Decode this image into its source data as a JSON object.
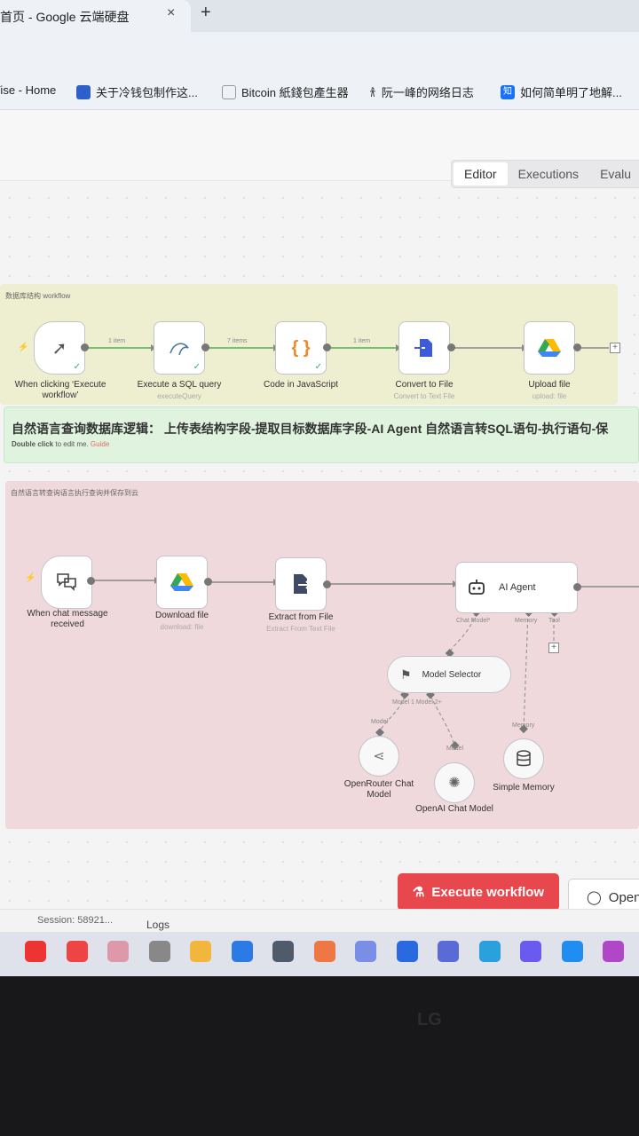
{
  "browser": {
    "tab_title": "首页 - Google 云端硬盘",
    "tab_close": "×",
    "new_tab": "+",
    "bookmarks": [
      {
        "label": "Vise - Home",
        "color": ""
      },
      {
        "label": "关于冷钱包制作这...",
        "color": "#2f5fc8"
      },
      {
        "label": "Bitcoin 紙錢包產生器",
        "color": "#999"
      },
      {
        "label": "阮一峰的网络日志",
        "color": ""
      },
      {
        "label": "如何简单明了地解...",
        "color": "#1772f6"
      }
    ]
  },
  "app": {
    "tabs": {
      "editor": "Editor",
      "executions": "Executions",
      "evaluations": "Evalu"
    },
    "sticky_top_label": "数据库结构 workflow",
    "sticky_mid_title": "自然语言查询数据库逻辑： 上传表结构字段-提取目标数据库字段-AI Agent 自然语言转SQL语句-执行语句-保",
    "sticky_mid_hint": "Double click",
    "sticky_mid_hint2": " to edit me. ",
    "sticky_mid_guide": "Guide",
    "sticky_bottom_label": "自然语言转查询语言执行查询并保存到云",
    "top_flow": {
      "nodes": [
        {
          "label": "When clicking ‘Execute workflow’",
          "sub": ""
        },
        {
          "label": "Execute a SQL query",
          "sub": "executeQuery"
        },
        {
          "label": "Code in JavaScript",
          "sub": ""
        },
        {
          "label": "Convert to File",
          "sub": "Convert to Text File"
        },
        {
          "label": "Upload file",
          "sub": "upload: file"
        }
      ],
      "edge_labels": [
        "1 item",
        "7 items",
        "1 item"
      ]
    },
    "bottom_flow": {
      "trigger": {
        "label": "When chat message received"
      },
      "download": {
        "label": "Download file",
        "sub": "download: file"
      },
      "extract": {
        "label": "Extract from File",
        "sub": "Extract From Text File"
      },
      "agent": {
        "label": "AI Agent",
        "ports": [
          "Chat Model*",
          "Memory",
          "Tool"
        ]
      },
      "selector": {
        "label": "Model Selector",
        "ports": "Model 1 Model 2+"
      },
      "openrouter": {
        "label": "OpenRouter Chat Model",
        "port": "Model"
      },
      "openai": {
        "label": "OpenAI Chat Model",
        "port": "Model"
      },
      "memory": {
        "label": "Simple Memory",
        "port": "Memory"
      }
    },
    "execute_button": "Execute workflow",
    "open_button": "Open",
    "session": "Session: 58921...",
    "logs": "Logs"
  },
  "taskbar": {
    "icons": [
      "wps-icon",
      "app-red-icon",
      "app-yellow-icon",
      "app-cat-icon",
      "file-explorer-icon",
      "vscode-icon",
      "save-icon",
      "search-icon",
      "photos-icon",
      "browser-icon",
      "notes-icon",
      "telegram-icon",
      "ai-icon",
      "chrome-icon",
      "app-gradient-icon"
    ],
    "colors": [
      "#e33",
      "#e44",
      "#d9a",
      "#888",
      "#f2b63c",
      "#2c7be5",
      "#4f5b6b",
      "#e74",
      "#7a8ee8",
      "#2a6ae0",
      "#5a6ad6",
      "#2aa0dc",
      "#6a5af0",
      "#1f8ef0",
      "#b046c8"
    ]
  },
  "monitor": {
    "brand": "LG"
  }
}
